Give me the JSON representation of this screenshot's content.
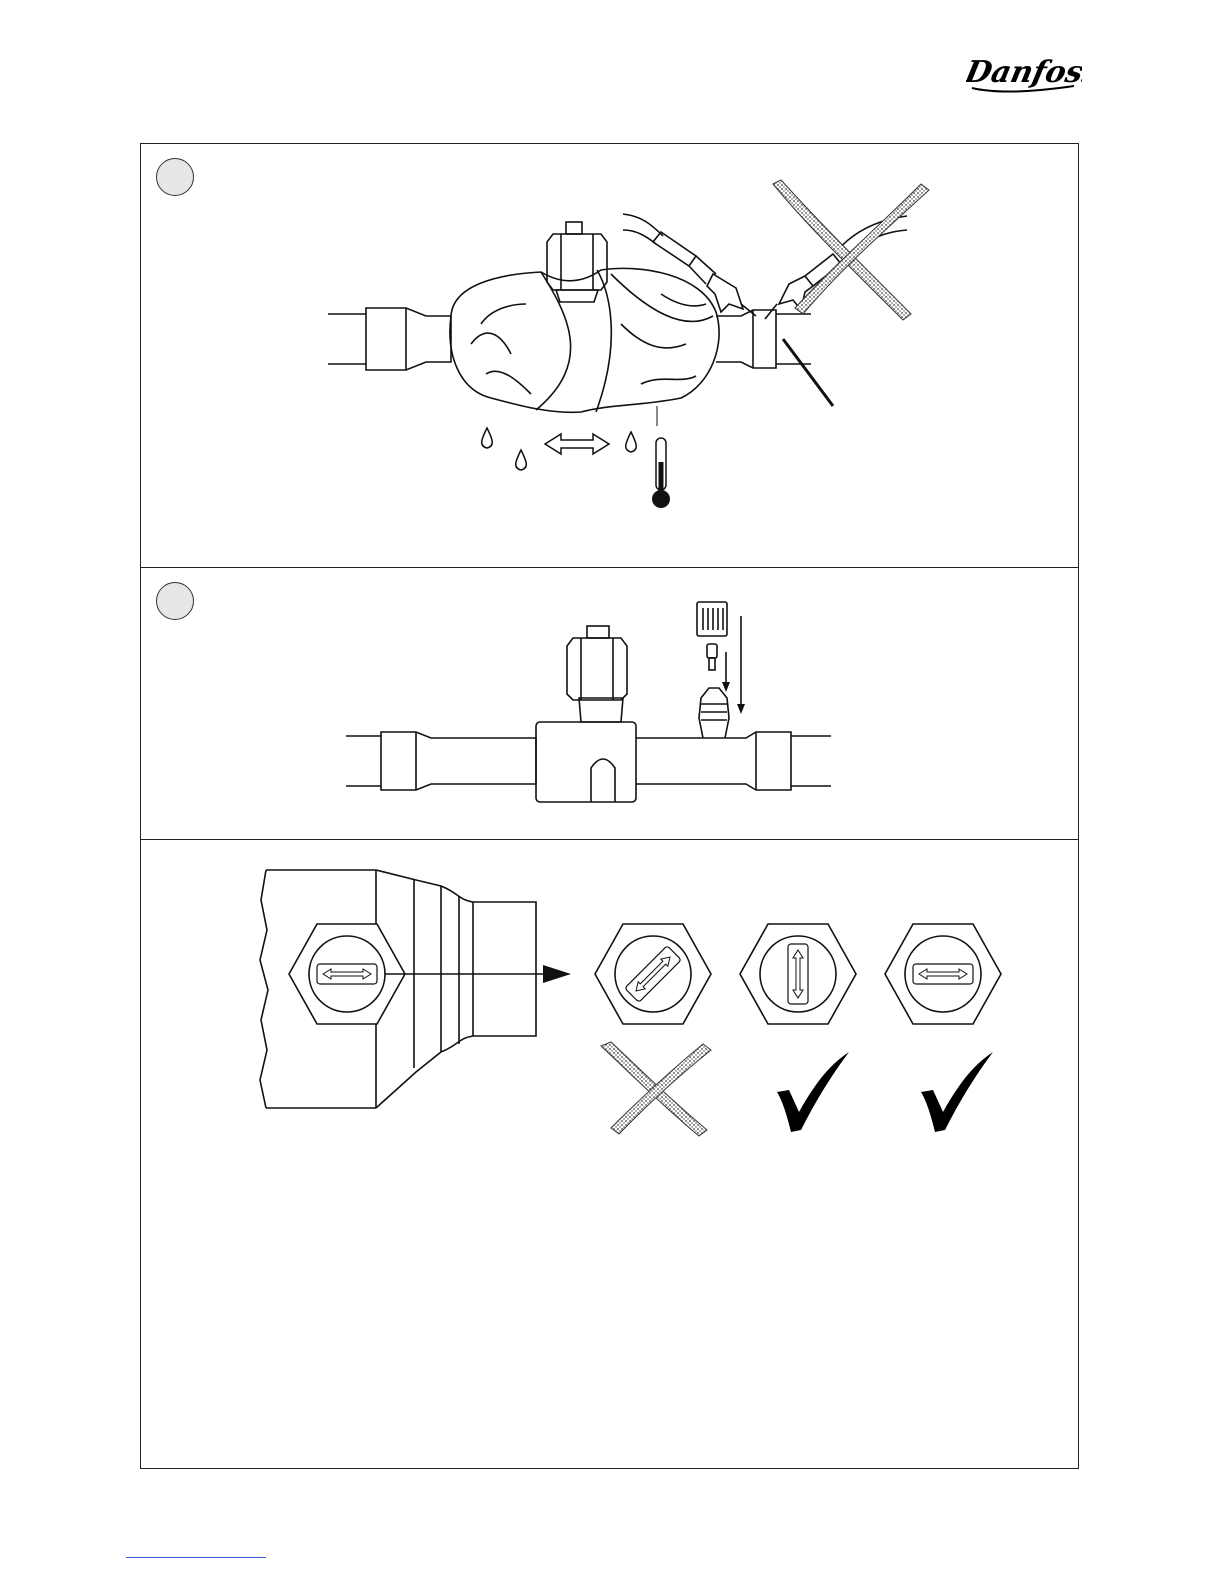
{
  "brand": {
    "logo_text": "Danfoss",
    "color": "#000000"
  },
  "steps": [
    {
      "id": 1,
      "label": "",
      "illustration": "brazing-with-wet-cloth-and-temperature-control"
    },
    {
      "id": 2,
      "label": "",
      "illustration": "schrader-valve-core-and-cap-mounting"
    },
    {
      "id": 3,
      "illustration": "spindle-slot-orientation-check"
    }
  ],
  "orientations": [
    {
      "name": "diagonal",
      "verdict": "wrong"
    },
    {
      "name": "vertical",
      "verdict": "correct"
    },
    {
      "name": "horizontal",
      "verdict": "correct"
    }
  ],
  "colors": {
    "line": "#111111",
    "badge_fill": "#e6e6e6",
    "cross_stipple": "#555555",
    "footer_rule": "#3b5bd6"
  }
}
